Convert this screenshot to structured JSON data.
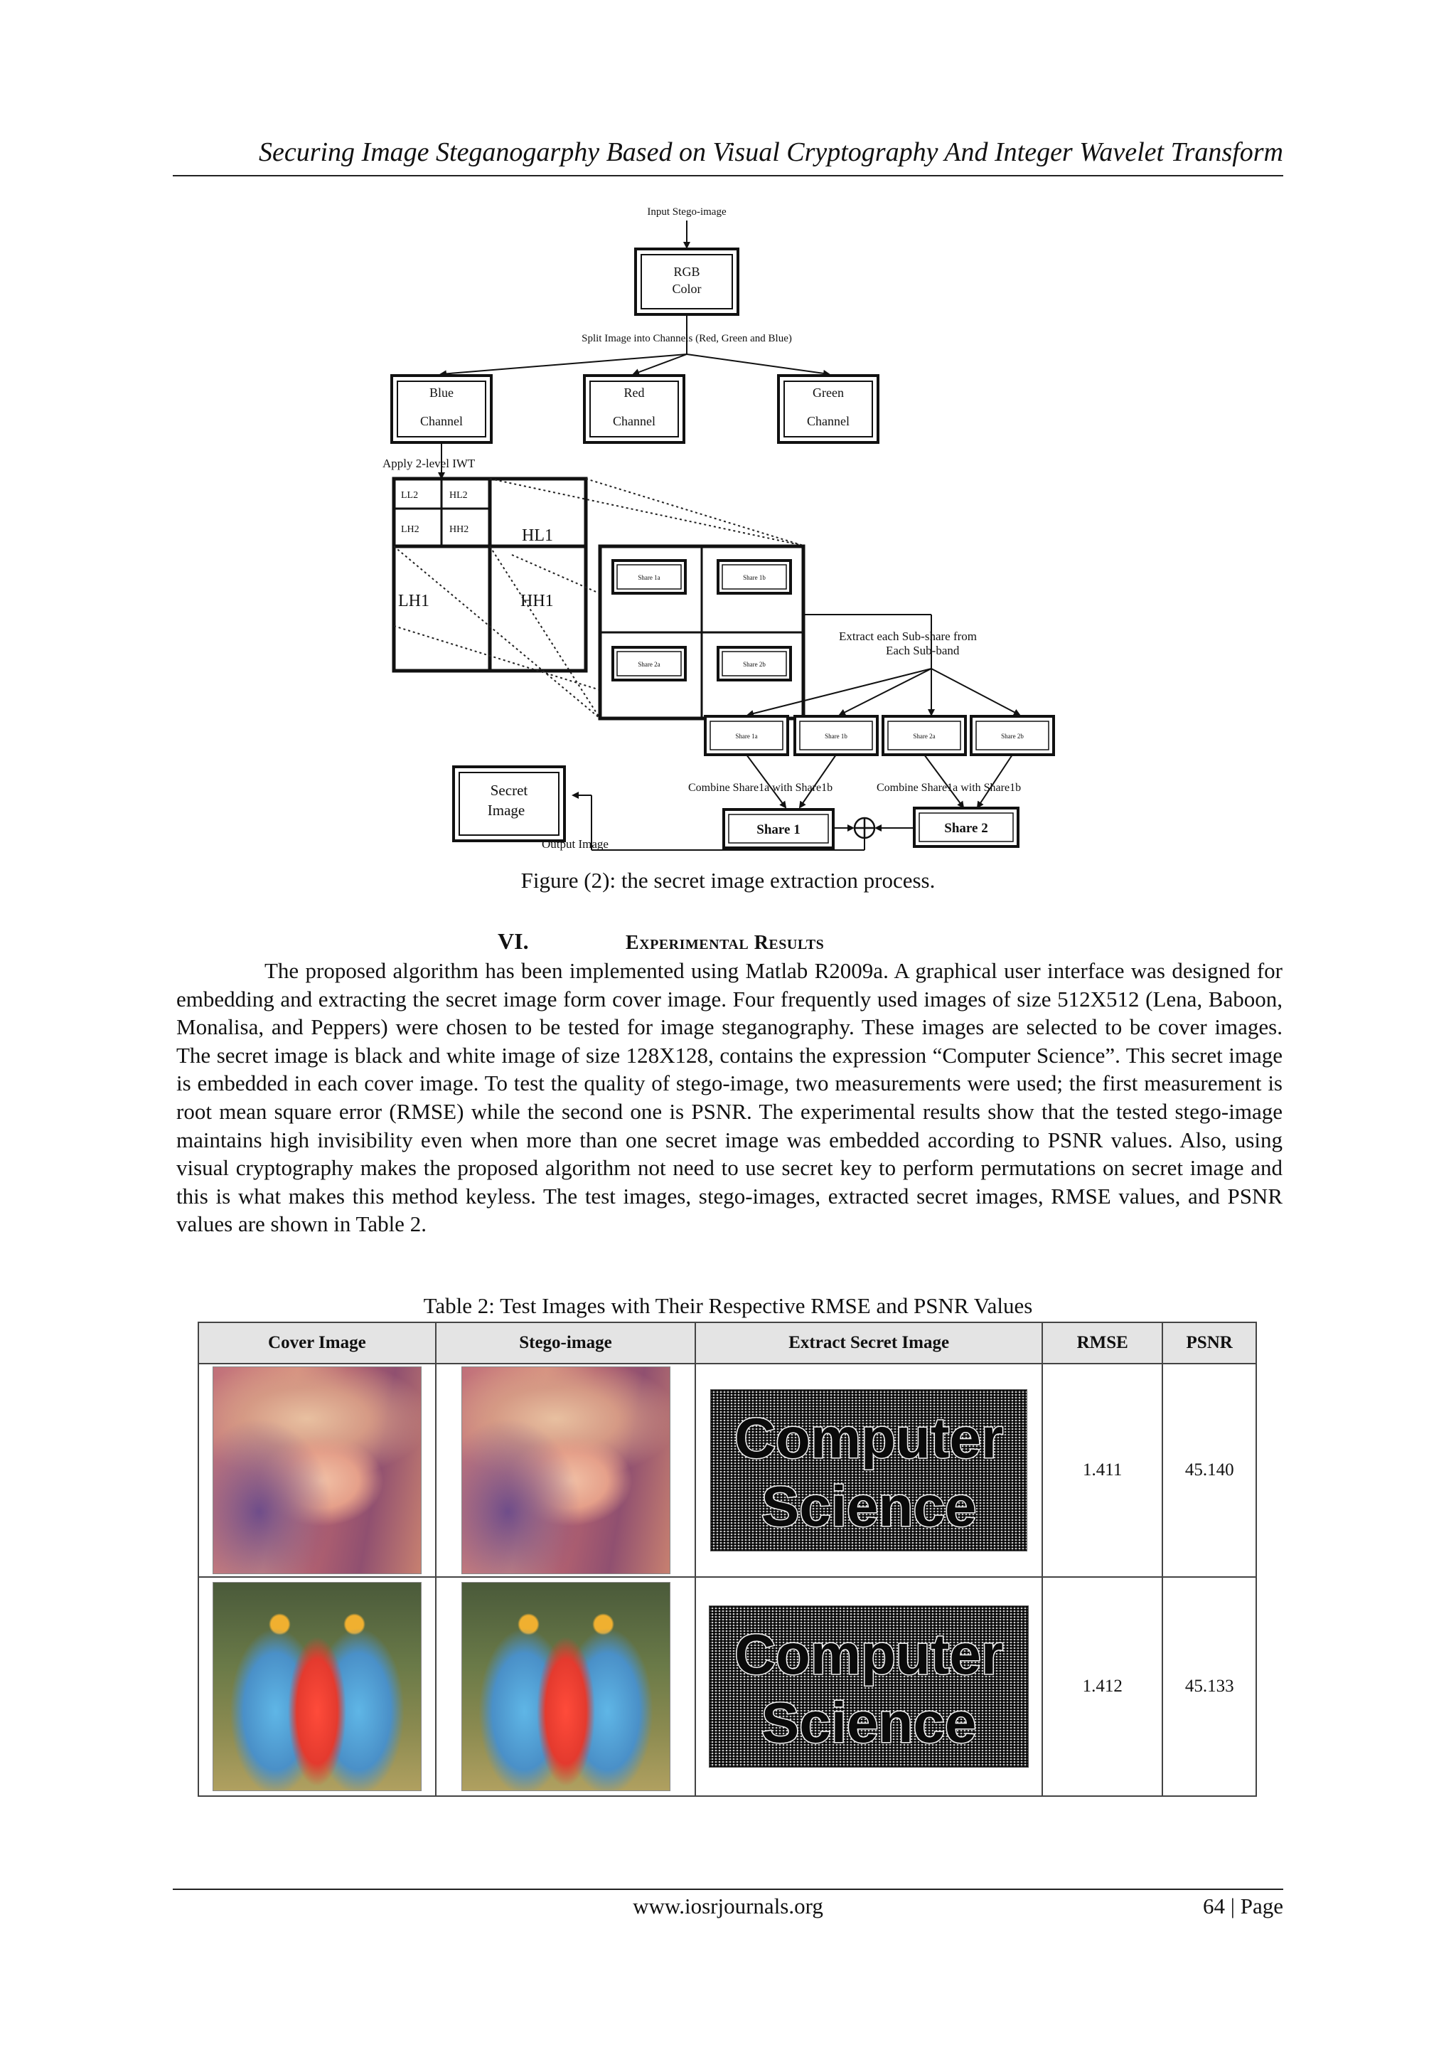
{
  "header": {
    "title": "Securing Image Steganogarphy Based on Visual Cryptography And Integer Wavelet Transform"
  },
  "figure": {
    "labels": {
      "input": "Input Stego-image",
      "rgb_line1": "RGB",
      "rgb_line2": "Color",
      "split": "Split Image into Channels (Red, Green and Blue)",
      "blue_line1": "Blue",
      "blue_line2": "Channel",
      "red_line1": "Red",
      "red_line2": "Channel",
      "green_line1": "Green",
      "green_line2": "Channel",
      "apply_iwt": "Apply 2-level IWT",
      "ll2": "LL2",
      "hl2": "HL2",
      "lh2": "LH2",
      "hh2": "HH2",
      "hl1": "HL1",
      "lh1": "LH1",
      "hh1": "HH1",
      "share_1a": "Share 1a",
      "share_1b": "Share 1b",
      "share_2a": "Share 2a",
      "share_2b": "Share 2b",
      "extract_line1": "Extract each Sub-share from",
      "extract_line2": "Each Sub-band",
      "combine_1": "Combine Share1a with Share1b",
      "combine_2": "Combine Share1a with Share1b",
      "share_1": "Share 1",
      "share_2": "Share 2",
      "secret_line1": "Secret",
      "secret_line2": "Image",
      "output": "Output Image"
    },
    "caption": "Figure (2): the secret image extraction process."
  },
  "section": {
    "number": "VI.",
    "title": "Experimental Results"
  },
  "body_paragraph": "The proposed algorithm has been implemented using Matlab R2009a. A graphical user interface was designed for embedding and extracting the secret image form cover image. Four frequently used images of size 512X512 (Lena, Baboon, Monalisa, and Peppers) were chosen to be tested for image steganography. These images are selected to be cover images. The secret image is black and white image of size 128X128, contains the expression “Computer Science”. This secret image is embedded in each cover image. To test the quality of stego-image, two measurements were used; the first measurement is root mean square error (RMSE) while the second one is PSNR. The experimental results show that the tested stego-image maintains high invisibility even when more than one secret image was embedded according to PSNR values. Also, using visual cryptography makes the proposed algorithm not need to use secret key to perform permutations on secret image and this is what makes this method keyless. The test images, stego-images, extracted secret images, RMSE values, and PSNR values are shown in Table 2.",
  "table": {
    "caption": "Table 2: Test Images with Their Respective RMSE and PSNR Values",
    "headers": [
      "Cover Image",
      "Stego-image",
      "Extract Secret Image",
      "RMSE",
      "PSNR"
    ],
    "rows": [
      {
        "secret_text_1": "Computer",
        "secret_text_2": "Science",
        "rmse": "1.411",
        "psnr": "45.140"
      },
      {
        "secret_text_1": "Computer",
        "secret_text_2": "Science",
        "rmse": "1.412",
        "psnr": "45.133"
      }
    ]
  },
  "footer": {
    "url": "www.iosrjournals.org",
    "page": "64 | Page"
  }
}
